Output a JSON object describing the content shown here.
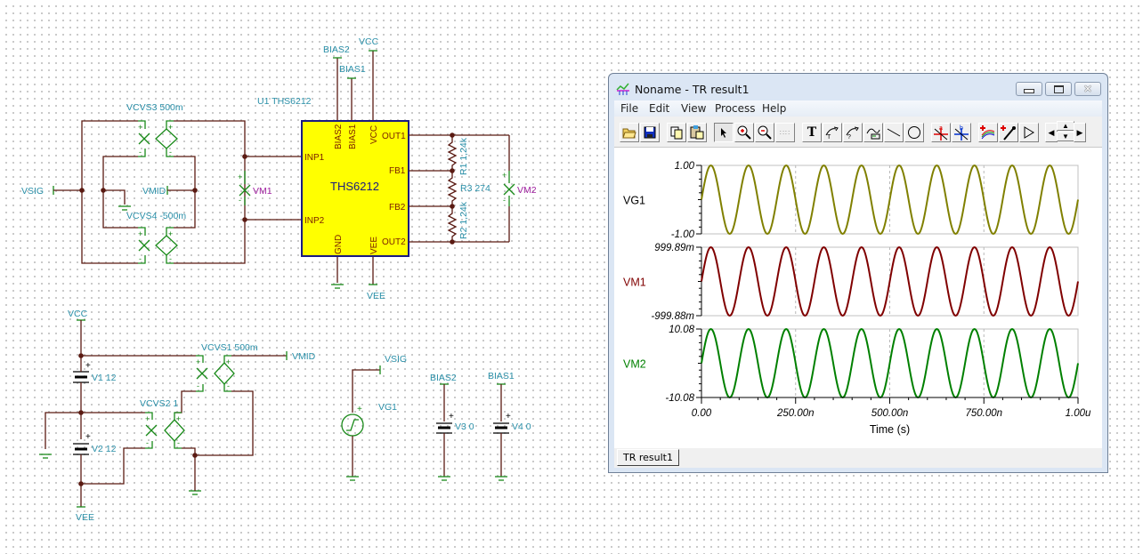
{
  "schematic": {
    "top_section": {
      "input_port": "VSIG",
      "vmid_port": "VMID",
      "vcvs_top": "VCVS3 500m",
      "vcvs_bottom": "VCVS4 -500m",
      "meter_in": "VM1",
      "chip_ref": "U1 THS6212",
      "chip_name": "THS6212",
      "chip_pins": {
        "bias2": "BIAS2",
        "bias1": "BIAS1",
        "vcc": "VCC",
        "out1": "OUT1",
        "fb1": "FB1",
        "fb2": "FB2",
        "out2": "OUT2",
        "inp1": "INP1",
        "inp2": "INP2",
        "gnd": "GND",
        "vee": "VEE"
      },
      "net_bias2": "BIAS2",
      "net_bias1": "BIAS1",
      "net_vcc": "VCC",
      "net_vee": "VEE",
      "r1": "R1 1,24k",
      "r2": "R2 1,24k",
      "r3": "R3 274",
      "meter_out": "VM2"
    },
    "supply_section": {
      "net_vcc": "VCC",
      "net_vee": "VEE",
      "v1": "V1 12",
      "v2": "V2 12",
      "vcvs1": "VCVS1 500m",
      "vcvs2": "VCVS2 1",
      "vmid_port": "VMID"
    },
    "generator_section": {
      "port": "VSIG",
      "generator": "VG1",
      "net_bias2": "BIAS2",
      "net_bias1": "BIAS1",
      "v3": "V3 0",
      "v4": "V4 0"
    }
  },
  "window": {
    "title": "Noname - TR result1",
    "menu": [
      "File",
      "Edit",
      "View",
      "Process",
      "Help"
    ],
    "toolbar": [
      "open-icon",
      "save-icon",
      "copy-icon",
      "paste-icon",
      "pointer-icon",
      "zoom-in-icon",
      "zoom-100-icon",
      "grid-icon",
      "text-icon",
      "label-icon",
      "question-label-icon",
      "formula-icon",
      "line-icon",
      "circle-icon",
      "cursor-a-icon",
      "cursor-b-icon",
      "add-curve-icon",
      "probe-icon",
      "arrow-icon",
      "scroll-left-icon",
      "scroll-up-icon",
      "scroll-down-icon",
      "scroll-right-icon"
    ],
    "tab": "TR result1",
    "caption_buttons": [
      "minimize",
      "maximize",
      "close"
    ]
  },
  "chart_data": {
    "type": "line",
    "xlabel": "Time (s)",
    "xlim": [
      0,
      1e-06
    ],
    "x_ticks": [
      "0.00",
      "250.00n",
      "500.00n",
      "750.00n",
      "1.00u"
    ],
    "grid": "vertical dashed at major ticks",
    "series": [
      {
        "name": "VG1",
        "color": "#808000",
        "ylim": [
          -1.0,
          1.0
        ],
        "y_ticks": [
          "1.00",
          "-1.00"
        ],
        "amplitude": 1.0,
        "frequency_hz": 10000000.0,
        "phase": "sine, starts at 0 rising"
      },
      {
        "name": "VM1",
        "color": "#800000",
        "ylim": [
          -0.99988,
          0.99989
        ],
        "y_ticks": [
          "999.89m",
          "-999.88m"
        ],
        "amplitude": 0.9999,
        "frequency_hz": 10000000.0,
        "phase": "sine, starts at 0 rising"
      },
      {
        "name": "VM2",
        "color": "#008000",
        "ylim": [
          -10.08,
          10.08
        ],
        "y_ticks": [
          "10.08",
          "-10.08"
        ],
        "amplitude": 10.08,
        "frequency_hz": 10000000.0,
        "phase": "sine, starts at 0 rising"
      }
    ]
  }
}
